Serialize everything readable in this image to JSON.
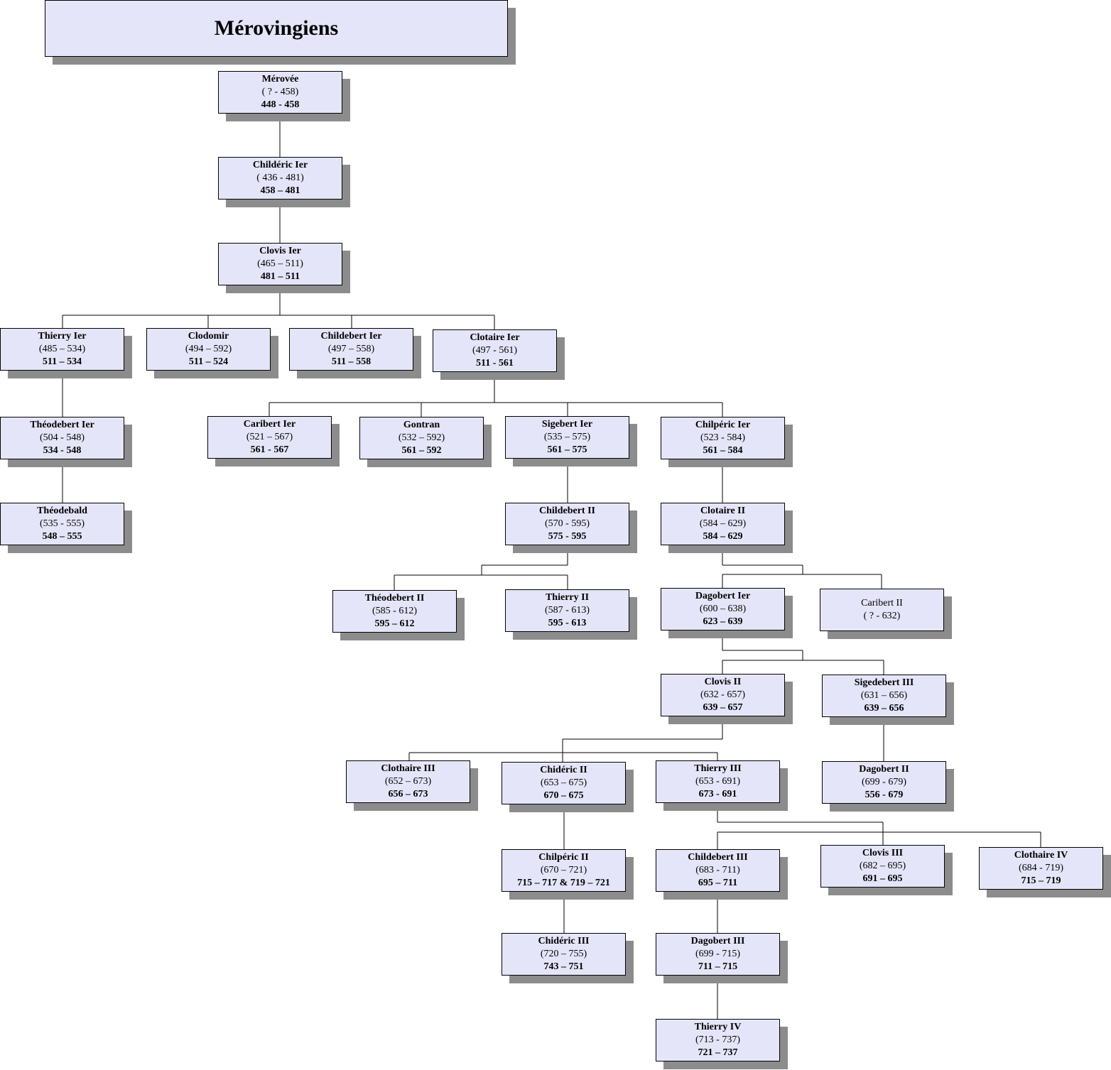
{
  "title": "Mérovingiens",
  "nodes": {
    "merovee": {
      "name": "Mérovée",
      "life": "( ? - 458)",
      "reign": "448 - 458"
    },
    "childeric1": {
      "name": "Childéric Ier",
      "life": "( 436 - 481)",
      "reign": "458 – 481"
    },
    "clovis1": {
      "name": "Clovis Ier",
      "life": "(465 – 511)",
      "reign": "481 –  511"
    },
    "thierry1": {
      "name": "Thierry Ier",
      "life": "(485 – 534)",
      "reign": "511 – 534"
    },
    "clodomir": {
      "name": "Clodomir",
      "life": "(494 – 592)",
      "reign": "511 – 524"
    },
    "childebert1": {
      "name": "Childebert Ier",
      "life": "(497 – 558)",
      "reign": "511 – 558"
    },
    "clotaire1": {
      "name": "Clotaire Ier",
      "life": "(497 - 561)",
      "reign": "511 - 561"
    },
    "theodebert1": {
      "name": "Théodebert Ier",
      "life": "(504 - 548)",
      "reign": "534 - 548"
    },
    "theodebald": {
      "name": "Théodebald",
      "life": "(535 - 555)",
      "reign": "548 – 555"
    },
    "caribert1": {
      "name": "Caribert Ier",
      "life": "(521 – 567)",
      "reign": "561 - 567"
    },
    "gontran": {
      "name": "Gontran",
      "life": "(532 – 592)",
      "reign": "561 – 592"
    },
    "sigebert1": {
      "name": "Sigebert Ier",
      "life": "(535 – 575)",
      "reign": "561 – 575"
    },
    "chilperic1": {
      "name": "Chilpéric Ier",
      "life": "(523 - 584)",
      "reign": "561 – 584"
    },
    "childebert2": {
      "name": "Childebert II",
      "life": "(570 - 595)",
      "reign": "575 - 595"
    },
    "clotaire2": {
      "name": "Clotaire II",
      "life": "(584 – 629)",
      "reign": "584 – 629"
    },
    "theodebert2": {
      "name": "Théodebert II",
      "life": "(585 - 612)",
      "reign": "595 – 612"
    },
    "thierry2": {
      "name": "Thierry II",
      "life": "(587 - 613)",
      "reign": "595 - 613"
    },
    "dagobert1": {
      "name": "Dagobert Ier",
      "life": "(600 – 638)",
      "reign": "623 – 639"
    },
    "caribert2": {
      "name": "",
      "life": "Caribert II",
      "reign": "",
      "extra": "( ? - 632)"
    },
    "clovis2": {
      "name": "Clovis II",
      "life": "(632 - 657)",
      "reign": "639 – 657"
    },
    "sigebert3": {
      "name": "Sigedebert III",
      "life": "(631 – 656)",
      "reign": "639 – 656"
    },
    "clothaire3": {
      "name": "Clothaire III",
      "life": "(652 – 673)",
      "reign": "656 – 673"
    },
    "childeric2": {
      "name": "Chidéric II",
      "life": "(653 – 675)",
      "reign": "670 – 675"
    },
    "thierry3": {
      "name": "Thierry III",
      "life": "(653 - 691)",
      "reign": "673 - 691"
    },
    "dagobert2": {
      "name": "Dagobert II",
      "life": "(699 - 679)",
      "reign": "556 - 679"
    },
    "chilperic2": {
      "name": "Chilpéric II",
      "life": "(670 – 721)",
      "reign": "715 – 717 & 719 – 721"
    },
    "childebert3": {
      "name": "Childebert III",
      "life": "(683 - 711)",
      "reign": "695 – 711"
    },
    "clovis3": {
      "name": "Clovis III",
      "life": "(682 – 695)",
      "reign": "691 – 695"
    },
    "clothaire4": {
      "name": "Clothaire IV",
      "life": "(684 - 719)",
      "reign": "715 – 719"
    },
    "childeric3": {
      "name": "Chidéric III",
      "life": "(720 – 755)",
      "reign": "743 – 751"
    },
    "dagobert3": {
      "name": "Dagobert  III",
      "life": "(699 - 715)",
      "reign": "711 – 715"
    },
    "thierry4": {
      "name": "Thierry IV",
      "life": "(713 - 737)",
      "reign": "721 – 737"
    }
  }
}
